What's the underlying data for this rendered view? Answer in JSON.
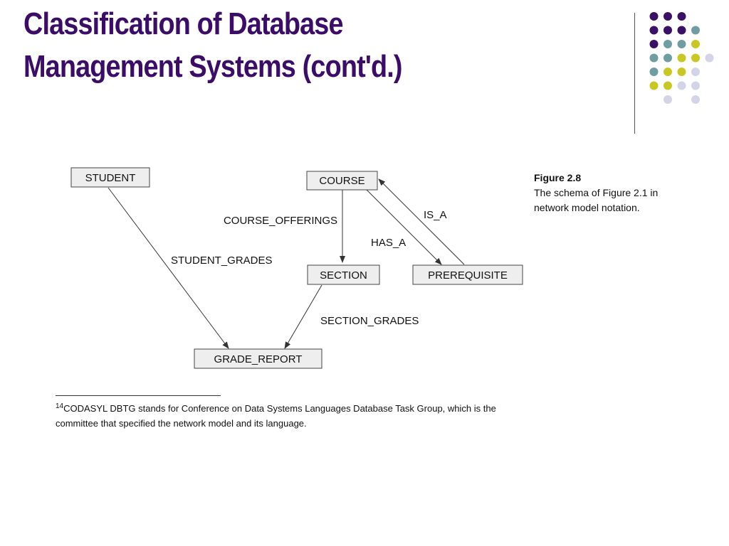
{
  "slide": {
    "title_line1": "Classification of Database",
    "title_line2": "Management Systems (cont'd.)",
    "title_color": "#3b0d68"
  },
  "decoration": {
    "dot_colors": {
      "purple": "#3b1167",
      "teal": "#6f9da1",
      "yellow": "#c9c823",
      "lavender": "#d4d4e8"
    },
    "dot_rows": [
      [
        "",
        "purple",
        "purple",
        "purple",
        ""
      ],
      [
        "",
        "purple",
        "purple",
        "purple",
        "teal"
      ],
      [
        "",
        "purple",
        "teal",
        "teal",
        "yellow"
      ],
      [
        "",
        "teal",
        "teal",
        "yellow",
        "yellow",
        "lavender"
      ],
      [
        "",
        "teal",
        "yellow",
        "yellow",
        "lavender"
      ],
      [
        "",
        "yellow",
        "yellow",
        "lavender",
        "lavender"
      ],
      [
        "",
        "",
        "lavender",
        "",
        "lavender"
      ]
    ]
  },
  "diagram": {
    "nodes": {
      "student": "STUDENT",
      "course": "COURSE",
      "section": "SECTION",
      "prerequisite": "PREREQUISITE",
      "grade_report": "GRADE_REPORT"
    },
    "edges": {
      "course_offerings": "COURSE_OFFERINGS",
      "student_grades": "STUDENT_GRADES",
      "section_grades": "SECTION_GRADES",
      "is_a": "IS_A",
      "has_a": "HAS_A"
    },
    "box_fill": "#eeeeee",
    "line_color": "#333333"
  },
  "caption": {
    "title": "Figure 2.8",
    "text": "The schema of Figure 2.1 in network model notation."
  },
  "footnote": {
    "marker": "14",
    "text": "CODASYL DBTG stands for Conference on Data Systems Languages Database Task Group, which is the committee that specified the network model and its language."
  }
}
